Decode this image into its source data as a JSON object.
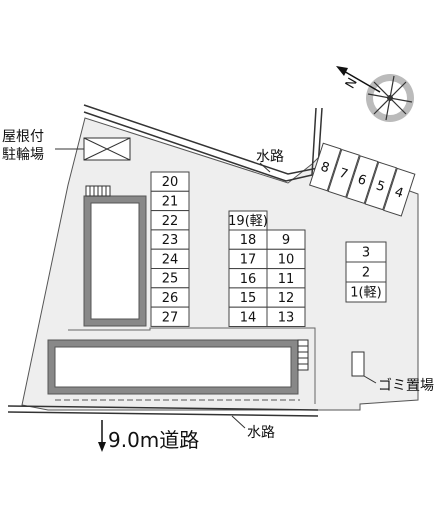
{
  "labels": {
    "bike_parking_line1": "屋根付",
    "bike_parking_line2": "駐輪場",
    "waterway_top": "水路",
    "waterway_bottom": "水路",
    "garbage": "ゴミ置場",
    "road": "9.0m道路",
    "compass_letter": "N"
  },
  "parking": {
    "column_a": [
      "20",
      "21",
      "22",
      "23",
      "24",
      "25",
      "26",
      "27"
    ],
    "slot_19": "19(軽)",
    "column_b_left": [
      "18",
      "17",
      "16",
      "15",
      "14"
    ],
    "column_b_right": [
      "9",
      "10",
      "11",
      "12",
      "13"
    ],
    "column_c": [
      "3",
      "2",
      "1(軽)"
    ],
    "angled_row": [
      "8",
      "7",
      "6",
      "5",
      "4"
    ]
  },
  "colors": {
    "site_fill": "#eeeeee",
    "building_border": "#555555",
    "line": "#333333"
  }
}
